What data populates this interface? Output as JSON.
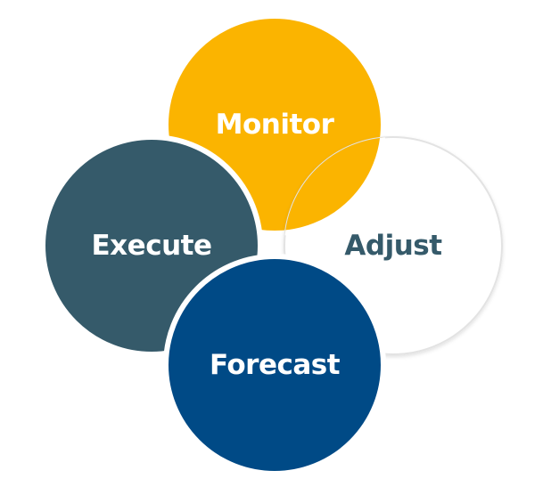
{
  "diagram": {
    "colors": {
      "monitor": "#fbb400",
      "execute": "#355a6a",
      "adjust": "#ffffff",
      "forecast": "#004a86",
      "separator": "#ffffff",
      "adjust_outline": "#e3e3e3",
      "label_light": "#ffffff",
      "label_dark": "#355a6a"
    },
    "nodes": [
      {
        "id": "monitor",
        "label": "Monitor"
      },
      {
        "id": "execute",
        "label": "Execute"
      },
      {
        "id": "adjust",
        "label": "Adjust"
      },
      {
        "id": "forecast",
        "label": "Forecast"
      }
    ]
  }
}
